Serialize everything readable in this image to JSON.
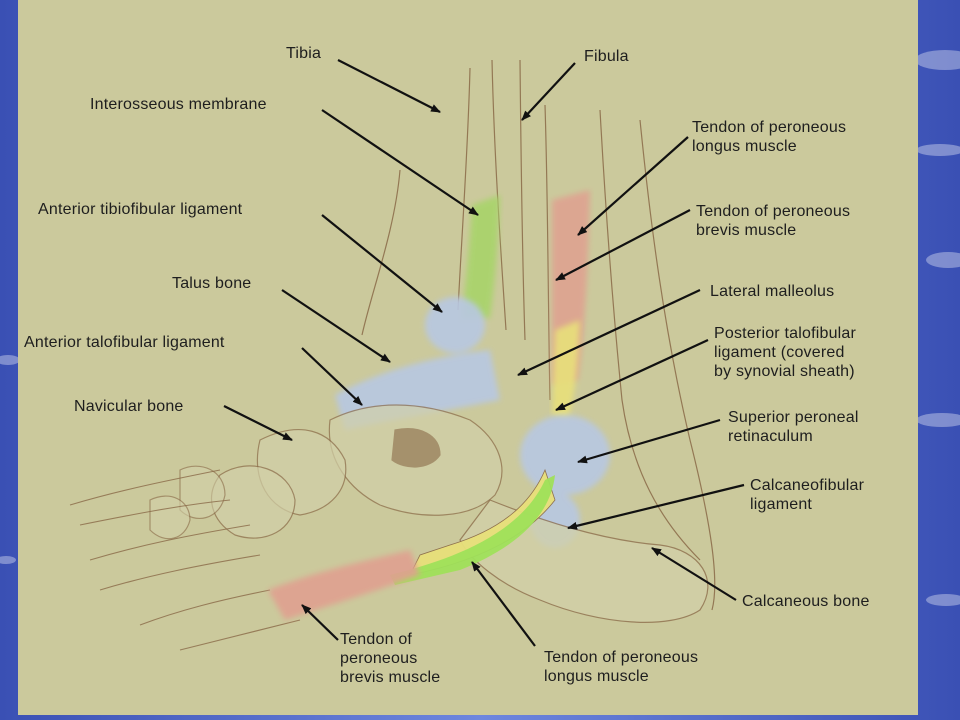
{
  "labels": {
    "tibia": "Tibia",
    "fibula": "Fibula",
    "interosseous_membrane": "Interosseous membrane",
    "tendon_peroneous_longus_top": [
      "Tendon of peroneous",
      "longus muscle"
    ],
    "anterior_tibiofibular_ligament": "Anterior tibiofibular ligament",
    "tendon_peroneous_brevis_top": [
      "Tendon of peroneous",
      "brevis muscle"
    ],
    "talus_bone": "Talus bone",
    "lateral_malleolus": "Lateral malleolus",
    "anterior_talofibular_ligament": "Anterior talofibular ligament",
    "posterior_talofibular_ligament": [
      "Posterior talofibular",
      "ligament (covered",
      "by synovial sheath)"
    ],
    "navicular_bone": "Navicular bone",
    "superior_peroneal_retinaculum": [
      "Superior peroneal",
      "retinaculum"
    ],
    "calcaneofibular_ligament": [
      "Calcaneofibular",
      "ligament"
    ],
    "calcaneous_bone": "Calcaneous bone",
    "tendon_peroneous_brevis_bottom": [
      "Tendon of",
      "peroneous",
      "brevis muscle"
    ],
    "tendon_peroneous_longus_bottom": [
      "Tendon of peroneous",
      "longus muscle"
    ]
  },
  "colors": {
    "panel": "#cbc99c",
    "ligament": "#b8c8e2",
    "membrane": "#a8d46a",
    "tendon_longus": "#e8e07a",
    "tendon_green": "#9fe05a",
    "tendon_brevis": "#e0a090",
    "bone_line": "#8a6a48",
    "arrow": "#111111"
  },
  "icons": {
    "background": "blue-slide-background",
    "illustration": "ankle-lateral-view-illustration"
  }
}
